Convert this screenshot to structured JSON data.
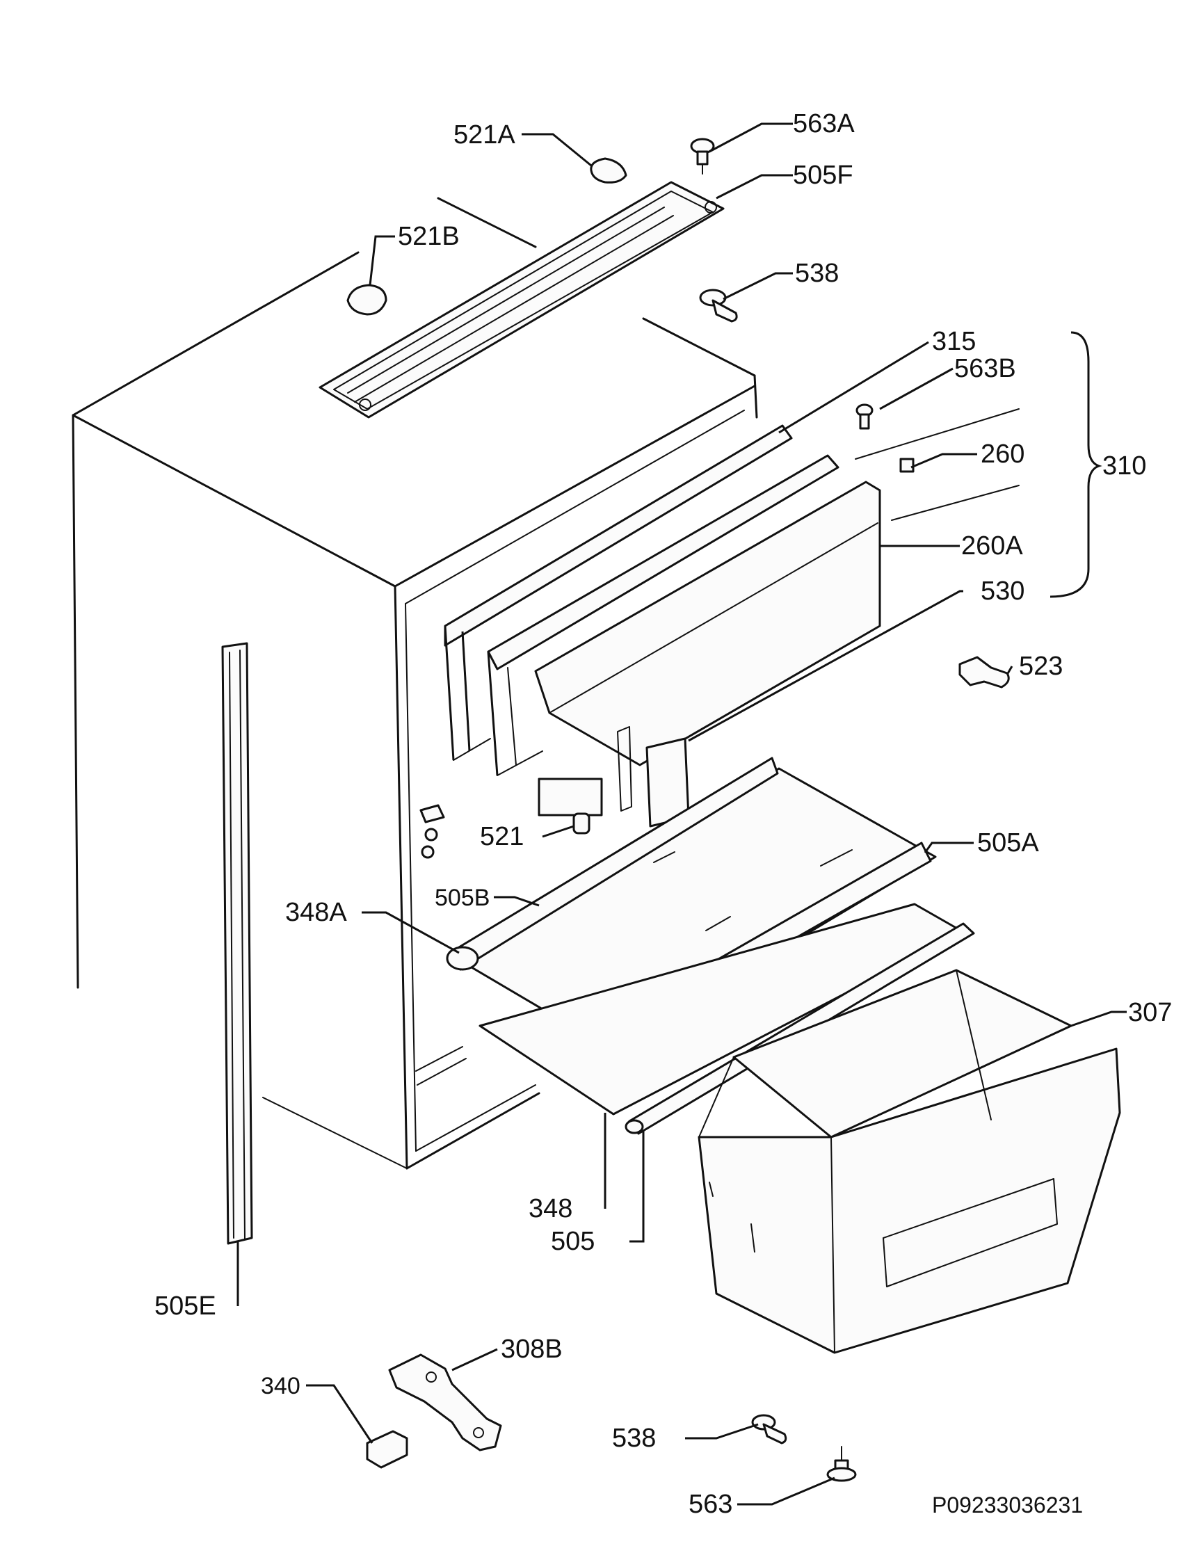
{
  "labels": {
    "l521A": "521A",
    "l563A": "563A",
    "l505F": "505F",
    "l521B": "521B",
    "l538top": "538",
    "l315": "315",
    "l563B": "563B",
    "l260": "260",
    "l310": "310",
    "l260A": "260A",
    "l530": "530",
    "l523": "523",
    "l521": "521",
    "l505A": "505A",
    "l505B": "505B",
    "l348A": "348A",
    "l307": "307",
    "l348": "348",
    "l505": "505",
    "l505E": "505E",
    "l308B": "308B",
    "l340": "340",
    "l538bottom": "538",
    "l563": "563"
  },
  "drawing_code": "P09233036231"
}
